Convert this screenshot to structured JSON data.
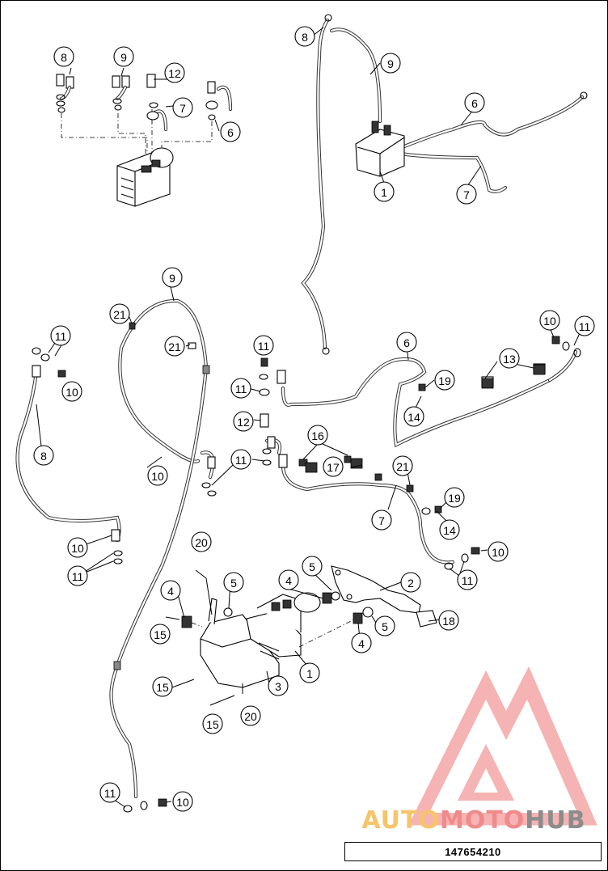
{
  "document_code": "147654210",
  "watermark": {
    "brand_parts": [
      "AUTO",
      "MOTO",
      "HUB"
    ],
    "colors": {
      "auto": "#f6c46a",
      "moto": "#f08b8b",
      "hub": "#8c8c8c",
      "logo": "#f29a9a"
    }
  },
  "callout_labels": [
    "1",
    "2",
    "3",
    "4",
    "5",
    "6",
    "7",
    "8",
    "9",
    "10",
    "11",
    "12",
    "13",
    "14",
    "15",
    "16",
    "17",
    "18",
    "19",
    "20",
    "21"
  ]
}
